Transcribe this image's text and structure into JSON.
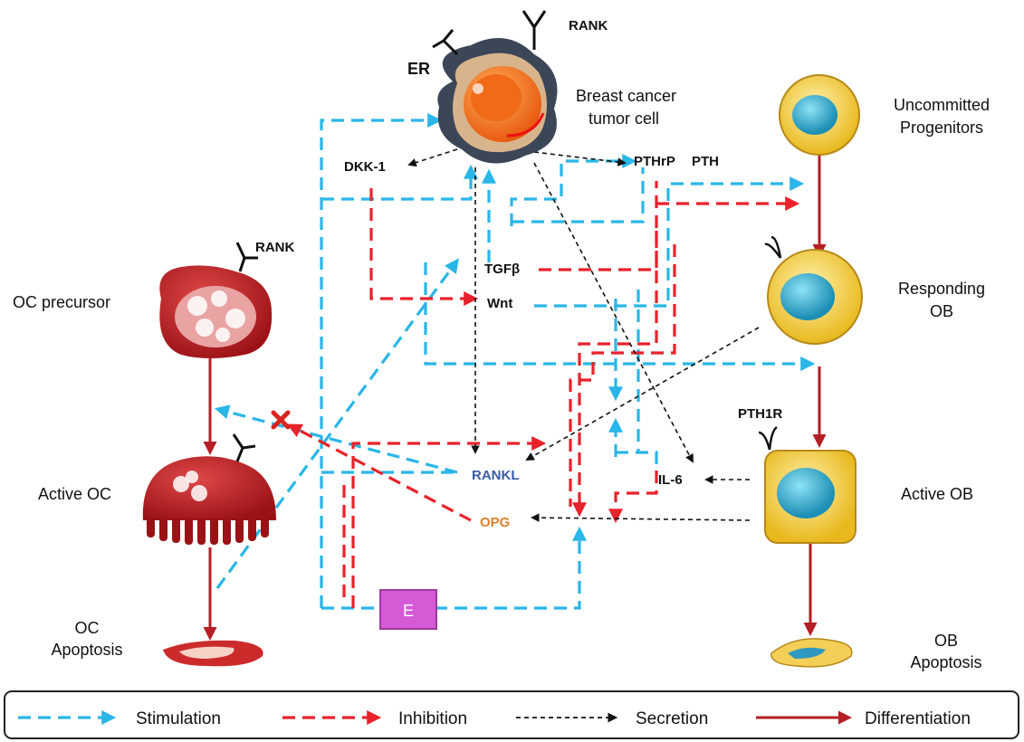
{
  "labels": {
    "rank_top": "RANK",
    "er": "ER",
    "tumor_line1": "Breast cancer",
    "tumor_line2": "tumor cell",
    "dkk1": "DKK-1",
    "pthrp": "PTHrP",
    "pth": "PTH",
    "tgfb": "TGFβ",
    "wnt": "Wnt",
    "rankl": "RANKL",
    "opg": "OPG",
    "il6": "IL-6",
    "e_box": "E",
    "rank_left": "RANK",
    "oc_precursor": "OC precursor",
    "active_oc": "Active OC",
    "oc_apoptosis_line1": "OC",
    "oc_apoptosis_line2": "Apoptosis",
    "uncommitted_line1": "Uncommitted",
    "uncommitted_line2": "Progenitors",
    "responding_line1": "Responding",
    "responding_line2": "OB",
    "pth1r": "PTH1R",
    "active_ob": "Active OB",
    "ob_apoptosis_line1": "OB",
    "ob_apoptosis_line2": "Apoptosis"
  },
  "legend": {
    "stimulation": "Stimulation",
    "inhibition": "Inhibition",
    "secretion": "Secretion",
    "differentiation": "Differentiation"
  },
  "colors": {
    "stimulation": "#29b6e8",
    "inhibition": "#e8222b",
    "secretion": "#111111",
    "differentiation": "#b51e24",
    "rankl": "#3a5ba8",
    "opg": "#d9822b",
    "e_box": "#d65ad6"
  }
}
